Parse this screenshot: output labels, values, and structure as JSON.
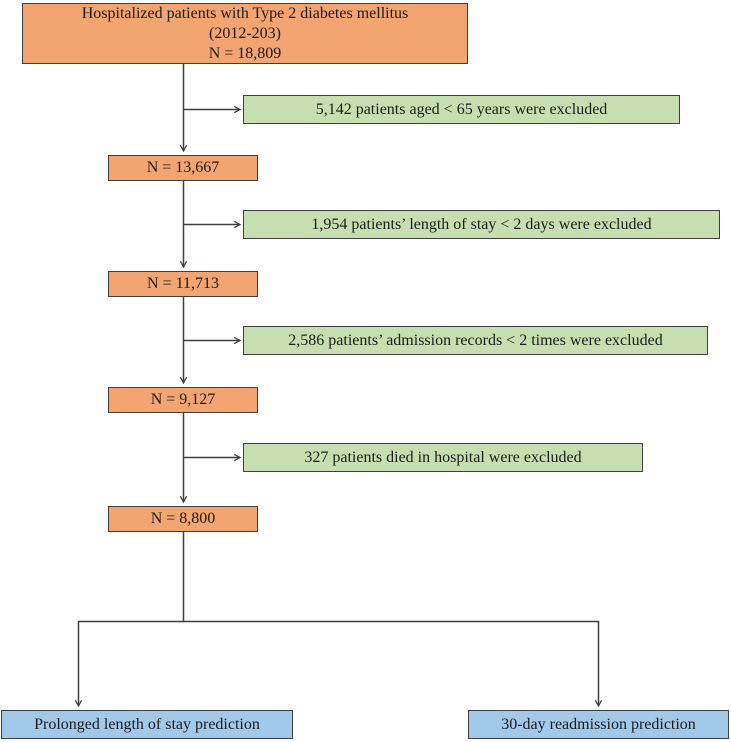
{
  "colors": {
    "orange": "#f2a471",
    "green": "#c7dfb0",
    "blue": "#a2c8ea",
    "border": "#3f3f3f",
    "line": "#3f3f3f",
    "text": "#1c1c1c"
  },
  "boxes": {
    "initial": {
      "line1": "Hospitalized patients with Type 2 diabetes mellitus",
      "line2": "(2012-203)",
      "line3": "N = 18,809"
    },
    "cohorts": [
      {
        "label": "N = 13,667"
      },
      {
        "label": "N = 11,713"
      },
      {
        "label": "N = 9,127"
      },
      {
        "label": "N = 8,800"
      }
    ],
    "exclusions": [
      {
        "label": "5,142 patients aged < 65 years were excluded"
      },
      {
        "label": "1,954 patients’ length of stay < 2 days were excluded"
      },
      {
        "label": "2,586 patients’ admission records < 2 times were excluded"
      },
      {
        "label": "327 patients died in hospital were excluded"
      }
    ],
    "outcomes": [
      {
        "label": "Prolonged length of stay prediction"
      },
      {
        "label": "30-day readmission prediction"
      }
    ]
  }
}
